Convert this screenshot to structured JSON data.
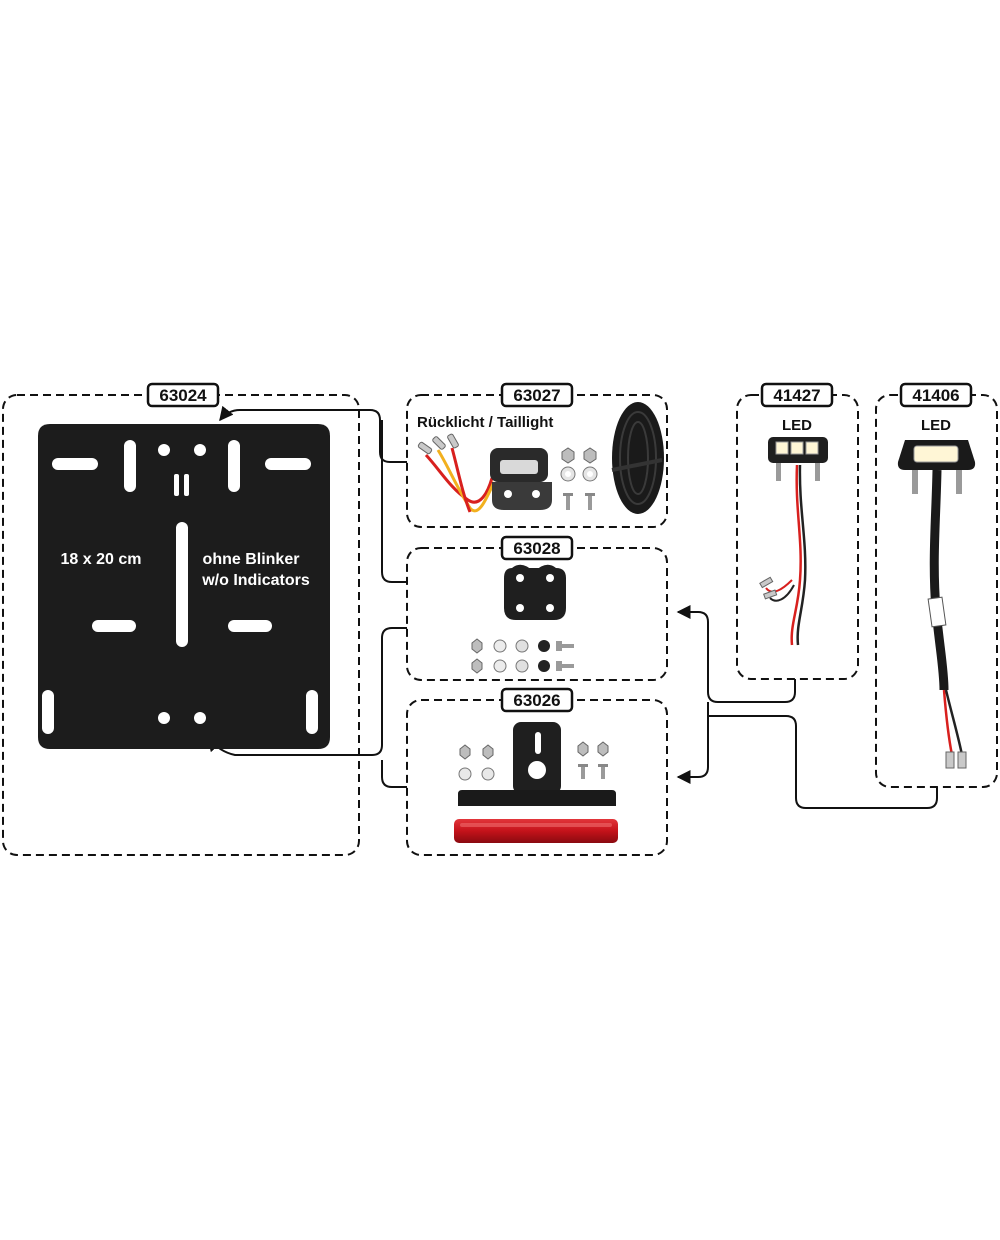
{
  "colors": {
    "ink": "#111111",
    "plate": "#1c1c1c",
    "wire_red": "#d8201e",
    "wire_yellow": "#f2b01e",
    "reflector": "#c4121a",
    "led_lens": "#fff6d6",
    "metal": "#c9c9c9"
  },
  "boxes": {
    "p63024": {
      "code": "63024"
    },
    "p63027": {
      "code": "63027",
      "caption": "Rücklicht / Taillight"
    },
    "p63028": {
      "code": "63028"
    },
    "p63026": {
      "code": "63026"
    },
    "p41427": {
      "code": "41427",
      "caption": "LED"
    },
    "p41406": {
      "code": "41406",
      "caption": "LED"
    }
  },
  "plate": {
    "size_label": "18 x 20 cm",
    "note_line1": "ohne Blinker",
    "note_line2": "w/o Indicators"
  },
  "icons": {
    "plate": "license-plate-icon",
    "taillight": "taillight-icon",
    "cable": "cable-coil-icon",
    "bracket": "bracket-icon",
    "hardware": "screws-nuts-icon",
    "reflector": "reflector-icon",
    "led": "led-light-icon"
  }
}
